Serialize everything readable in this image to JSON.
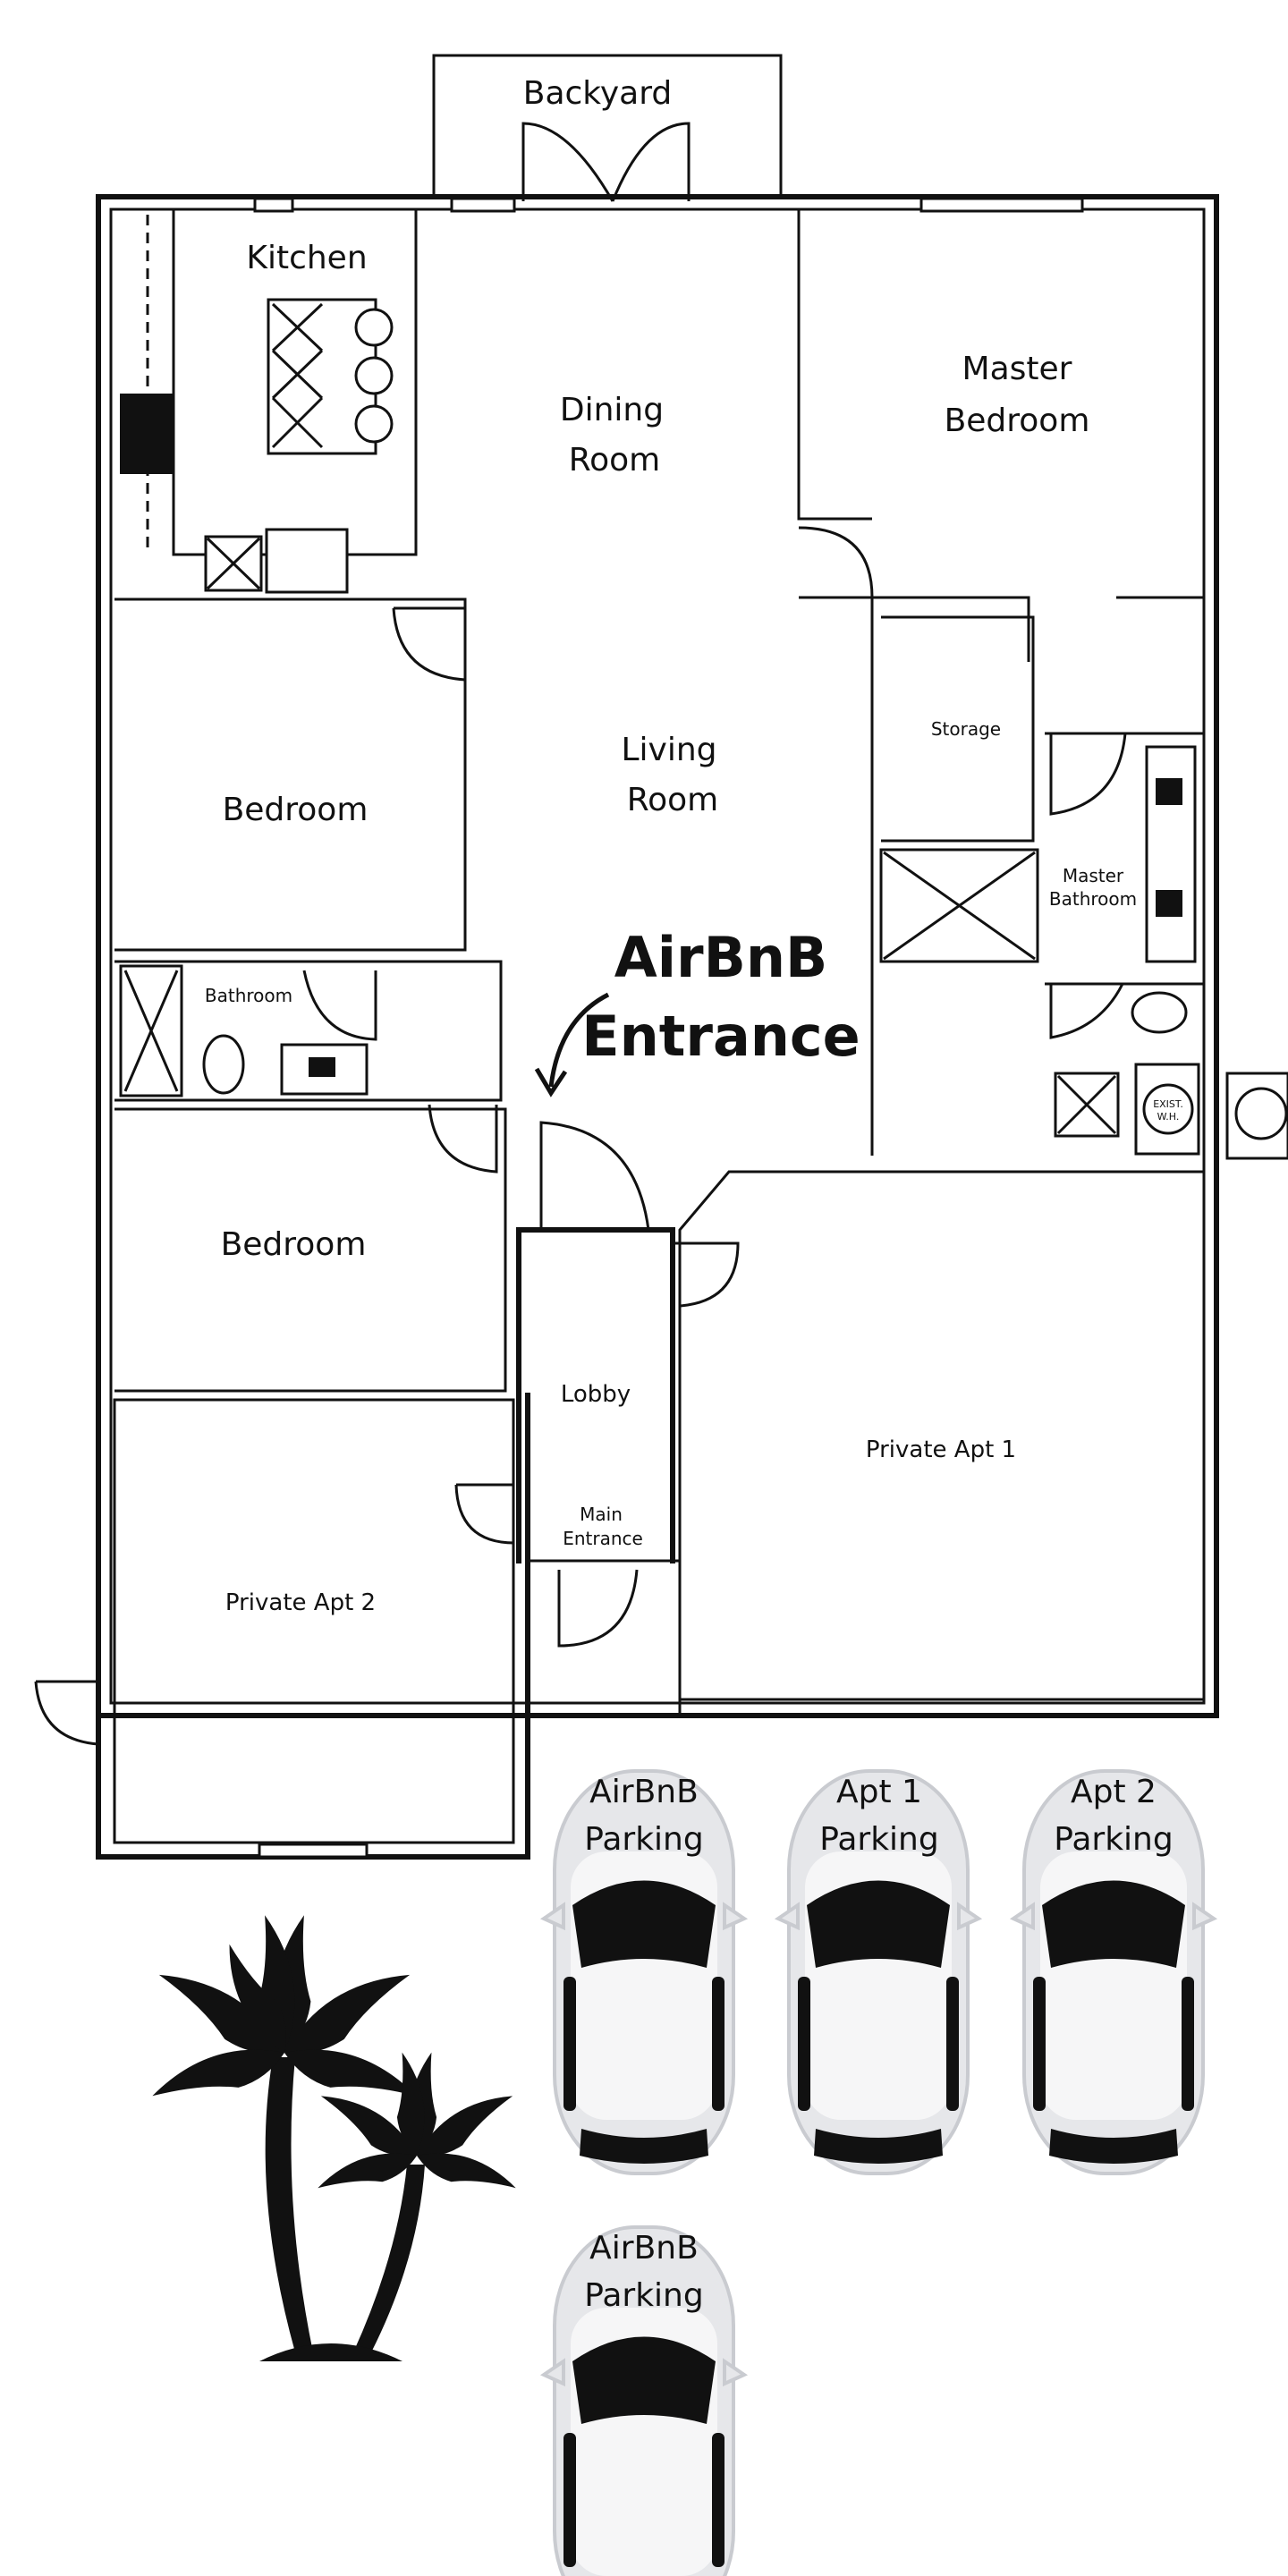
{
  "rooms": {
    "backyard": "Backyard",
    "kitchen": "Kitchen",
    "dining_1": "Dining",
    "dining_2": "Room",
    "master_1": "Master",
    "master_2": "Bedroom",
    "living_1": "Living",
    "living_2": "Room",
    "storage": "Storage",
    "master_bath_1": "Master",
    "master_bath_2": "Bathroom",
    "bedroom_top": "Bedroom",
    "bathroom": "Bathroom",
    "bedroom_bottom": "Bedroom",
    "lobby": "Lobby",
    "main_entrance_1": "Main",
    "main_entrance_2": "Entrance",
    "private_apt_1": "Private Apt 1",
    "private_apt_2": "Private Apt 2",
    "water_heater_1": "EXIST.",
    "water_heater_2": "W.H."
  },
  "callout": {
    "line_1": "AirBnB",
    "line_2": "Entrance"
  },
  "parking": [
    {
      "line_1": "AirBnB",
      "line_2": "Parking"
    },
    {
      "line_1": "Apt 1",
      "line_2": "Parking"
    },
    {
      "line_1": "Apt 2",
      "line_2": "Parking"
    },
    {
      "line_1": "AirBnB",
      "line_2": "Parking"
    }
  ],
  "colors": {
    "wall": "#111111",
    "car_body": "#e6e7ea",
    "car_glass": "#111111",
    "palm": "#111111"
  }
}
